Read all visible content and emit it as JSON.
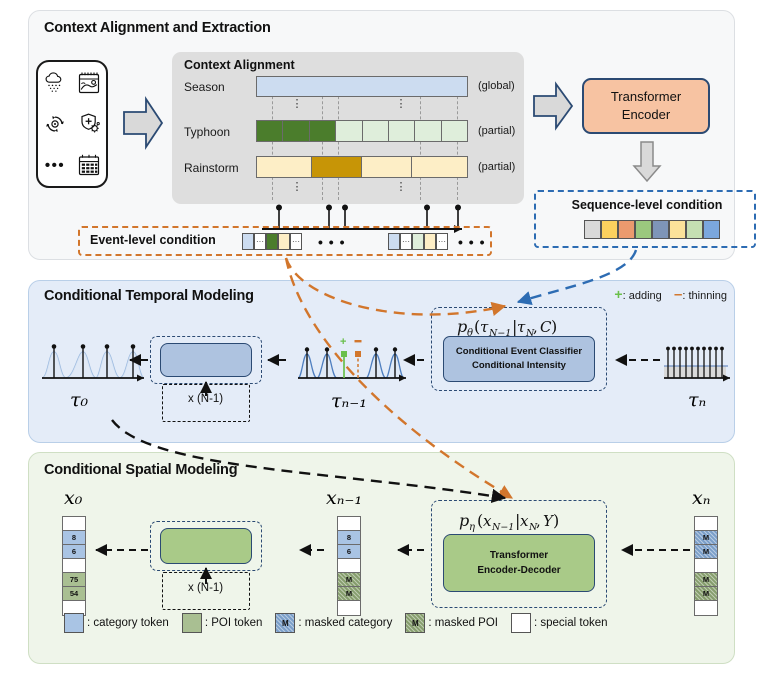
{
  "figure": {
    "type": "architecture-diagram",
    "panels": [
      {
        "id": "context",
        "title": "Context Alignment and Extraction"
      },
      {
        "id": "temporal",
        "title": "Conditional Temporal Modeling"
      },
      {
        "id": "spatial",
        "title": "Conditional Spatial Modeling"
      }
    ]
  },
  "context": {
    "title": "Context Alignment and Extraction",
    "icons": [
      {
        "name": "rain-cloud-icon"
      },
      {
        "name": "weather-calendar-icon"
      },
      {
        "name": "typhoon-cyclone-icon"
      },
      {
        "name": "health-shield-virus-icon"
      },
      {
        "name": "ellipsis-icon",
        "label": "•••"
      },
      {
        "name": "calendar-grid-icon"
      }
    ],
    "alignment": {
      "title": "Context Alignment",
      "rows": [
        {
          "label": "Season",
          "tag": "(global)",
          "cells": 1,
          "active": 0
        },
        {
          "label": "Typhoon",
          "tag": "(partial)",
          "cells": 8,
          "active": 3
        },
        {
          "label": "Rainstorm",
          "tag": "(partial)",
          "cells": 4,
          "active_index": 1
        }
      ],
      "vdots": "⋮"
    },
    "event_condition": {
      "label": "Event-level condition",
      "group1": [
        "season",
        "dots",
        "typhoon",
        "rainstorm",
        "dots"
      ],
      "group2": [
        "season",
        "dots",
        "typhoon-light",
        "rainstorm",
        "dots"
      ],
      "mid_dots": "• • •",
      "trail_dots": "• • •",
      "inner_dots_glyph": "···"
    },
    "encoder": {
      "line1": "Transformer",
      "line2": "Encoder",
      "fill": "#f7c3a2"
    },
    "sequence_condition": {
      "label": "Sequence-level condition",
      "tokens": [
        "#d9d9d9",
        "#fbd05e",
        "#eb9a6e",
        "#9bc87e",
        "#7e95b8",
        "#fbe29a",
        "#c5dfb2",
        "#7ba7dd"
      ]
    }
  },
  "temporal": {
    "title": "Conditional Temporal Modeling",
    "legend": {
      "adding_symbol": "+",
      "adding_label": ": adding",
      "thinning_symbol": "–",
      "thinning_label": ": thinning"
    },
    "tau_0": "τ₀",
    "tau_n_minus_1": "τₙ₋₁",
    "tau_n": "τₙ",
    "loop_label": "x (N-1)",
    "distribution": "pθ(τN−1|τN, C)",
    "model": {
      "line1": "Conditional Event Classifier",
      "line2": "Conditional Intensity",
      "fill": "#aec3e0"
    },
    "spikes": {
      "tau_0_count": 4,
      "tau_n_minus_1_count": 6,
      "tau_n_count": 10
    }
  },
  "spatial": {
    "title": "Conditional Spatial Modeling",
    "x_0": "x₀",
    "x_n_minus_1": "xₙ₋₁",
    "x_n": "xₙ",
    "loop_label": "x (N-1)",
    "distribution": "pη(xN−1|xN, Y)",
    "model": {
      "line1": "Transformer",
      "line2": "Encoder-Decoder",
      "fill": "#a9ca88"
    },
    "columns": {
      "x_0": [
        {
          "t": "special",
          "v": ""
        },
        {
          "t": "cat",
          "v": "8"
        },
        {
          "t": "cat",
          "v": "6"
        },
        {
          "t": "special",
          "v": ""
        },
        {
          "t": "poi",
          "v": "75"
        },
        {
          "t": "poi",
          "v": "54"
        },
        {
          "t": "special",
          "v": ""
        }
      ],
      "x_n_minus_1": [
        {
          "t": "special",
          "v": ""
        },
        {
          "t": "cat",
          "v": "8"
        },
        {
          "t": "cat",
          "v": "6"
        },
        {
          "t": "special",
          "v": ""
        },
        {
          "t": "mpoi",
          "v": "M"
        },
        {
          "t": "mpoi",
          "v": "M"
        },
        {
          "t": "special",
          "v": ""
        }
      ],
      "x_n": [
        {
          "t": "special",
          "v": ""
        },
        {
          "t": "mcat",
          "v": "M"
        },
        {
          "t": "mcat",
          "v": "M"
        },
        {
          "t": "special",
          "v": ""
        },
        {
          "t": "mpoi",
          "v": "M"
        },
        {
          "t": "mpoi",
          "v": "M"
        },
        {
          "t": "special",
          "v": ""
        }
      ]
    }
  },
  "legend": [
    {
      "name": "category-token",
      "swatch": "#a9c4e4",
      "mark": "",
      "label": ": category token"
    },
    {
      "name": "poi-token",
      "swatch": "#a9bf92",
      "mark": "",
      "label": ": POI token"
    },
    {
      "name": "masked-category",
      "swatch": "#7b9fc9",
      "mark": "M",
      "label": ": masked category"
    },
    {
      "name": "masked-poi",
      "swatch": "#869e6d",
      "mark": "M",
      "label": ": masked POI"
    },
    {
      "name": "special-token",
      "swatch": "#ffffff",
      "mark": "",
      "label": ": special token"
    }
  ],
  "colors": {
    "typhoon_dark": "#4b7d2c",
    "typhoon_light": "#dfeedb",
    "rainstorm_dark": "#c79506",
    "rainstorm_light": "#fdeec6",
    "season": "#ccdcf0",
    "accent_orange": "#d2762c",
    "accent_blue": "#2d6cb3",
    "panel_temporal": "#e4ecf8",
    "panel_spatial": "#eff5ea",
    "panel_context": "#f7f8f9"
  }
}
